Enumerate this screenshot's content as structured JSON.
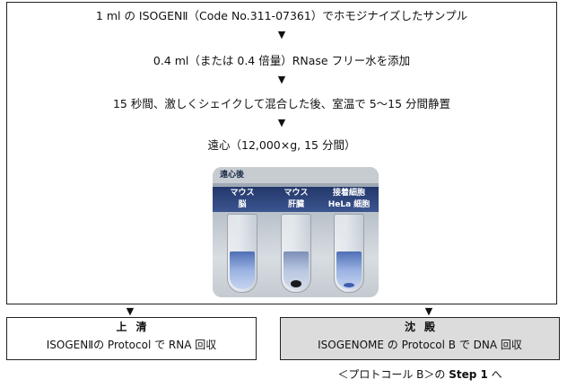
{
  "steps": [
    "1 ml の ISOGENⅡ（Code No.311-07361）でホモジナイズしたサンプル",
    "0.4 ml（または 0.4 倍量）RNase フリー水を添加",
    "15 秒間、激しくシェイクして混合した後、室温で 5～15 分間静置",
    "遠心（12,000×g, 15 分間）"
  ],
  "arrow_glyph": "▼",
  "photo": {
    "header": "遠心後",
    "tubes": [
      {
        "line1": "マウス",
        "line2": "脳"
      },
      {
        "line1": "マウス",
        "line2": "肝臓"
      },
      {
        "line1": "接着細胞",
        "line2": "HeLa 細胞"
      }
    ]
  },
  "results": {
    "left": {
      "title": "上清",
      "desc": "ISOGENⅡの Protocol で RNA 回収",
      "bg": "#ffffff"
    },
    "right": {
      "title": "沈殿",
      "desc": "ISOGENOME の Protocol B で DNA 回収",
      "bg": "#dcdcdc"
    }
  },
  "note": {
    "prefix": "＜プロトコール B＞の ",
    "step": "Step 1",
    "suffix": " へ"
  }
}
